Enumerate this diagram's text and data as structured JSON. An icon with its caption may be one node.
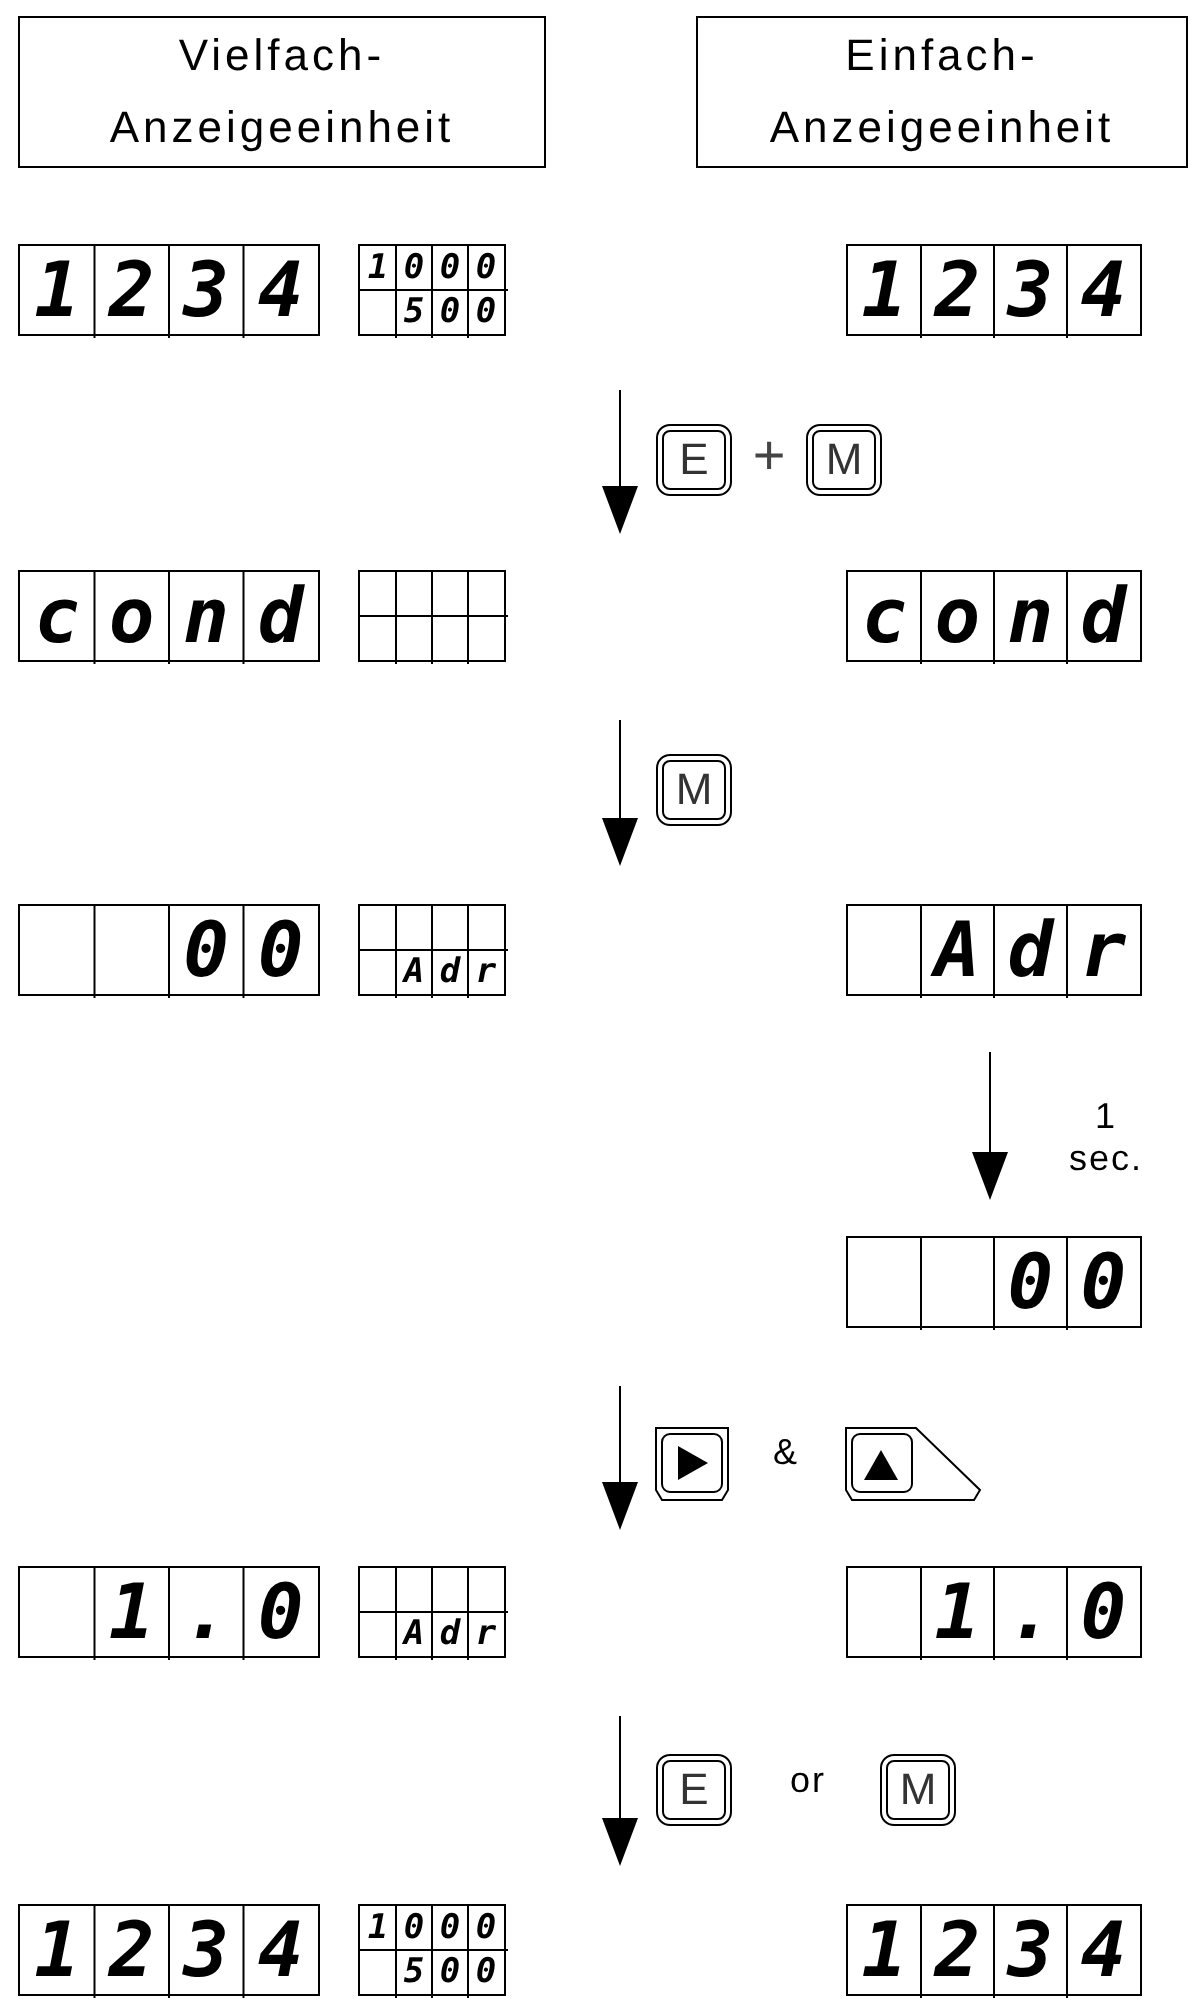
{
  "diagram": {
    "nodes": [
      {
        "text": [
          "Vielfach- Anzeigeeinheit"
        ]
      },
      {
        "text": [
          "Einfach- Anzeigeeinheit"
        ]
      },
      {
        "text": [
          "1234"
        ]
      },
      {
        "text": [
          "1000",
          "500"
        ]
      },
      {
        "text": [
          "1234"
        ]
      },
      {
        "text": [
          "cond"
        ]
      },
      {
        "text": [],
        "shape": "box"
      },
      {
        "text": [
          "cond"
        ]
      },
      {
        "text": [
          "00"
        ]
      },
      {
        "text": [
          "Adr"
        ]
      },
      {
        "text": [
          "Adr"
        ]
      },
      {
        "text": [
          "00"
        ]
      },
      {
        "text": [
          "1.0"
        ]
      },
      {
        "text": [
          "Adr"
        ]
      },
      {
        "text": [
          "1.0"
        ]
      },
      {
        "text": [
          "1234"
        ]
      },
      {
        "text": [
          "1000",
          "500"
        ]
      },
      {
        "text": [
          "1234"
        ]
      }
    ],
    "labels": [
      "E",
      "+",
      "M",
      "M",
      "1 sec.",
      "&",
      "E",
      "or",
      "M"
    ]
  }
}
